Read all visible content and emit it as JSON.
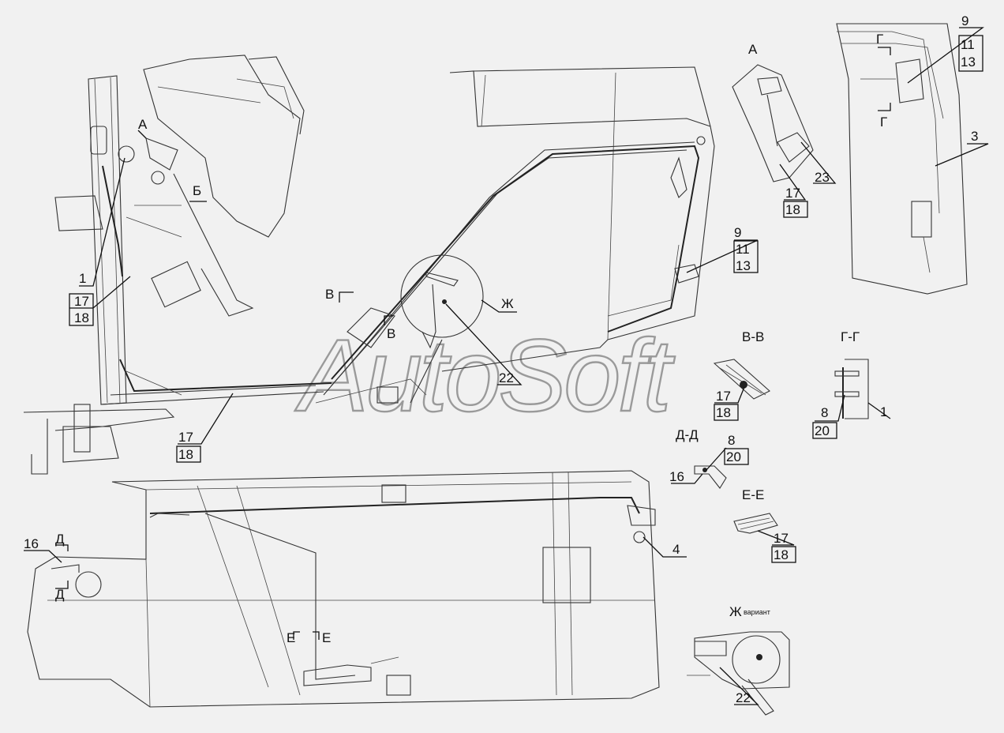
{
  "watermark": "AutoSoft",
  "sections": {
    "A": "А",
    "b_arrow": "Б",
    "V_left": "В",
    "V_right": "В",
    "Zh": "Ж",
    "VV": "В-В",
    "GG": "Г-Г",
    "DD": "Д-Д",
    "EE": "Е-Е",
    "Zh_variant": "Ж",
    "variant": "вариант",
    "G_top": "Г",
    "G_bottom": "Г",
    "D_top": "Д",
    "D_bottom": "Д",
    "E_left": "Е",
    "E_right": "Е"
  },
  "callouts": {
    "c1": "1",
    "c17a": "17",
    "c18a": "18",
    "c17b": "17",
    "c18b": "18",
    "c22": "22",
    "c9a": "9",
    "c11a": "11",
    "c13a": "13",
    "c17c": "17",
    "c18c": "18",
    "c23": "23",
    "c9b": "9",
    "c11b": "11",
    "c13b": "13",
    "c3": "3",
    "c17d": "17",
    "c18d": "18",
    "c8a": "8",
    "c20a": "20",
    "c1b": "1",
    "c8b": "8",
    "c20b": "20",
    "c16a": "16",
    "c16b": "16",
    "c4": "4",
    "c17e": "17",
    "c18e": "18",
    "c22b": "22"
  }
}
